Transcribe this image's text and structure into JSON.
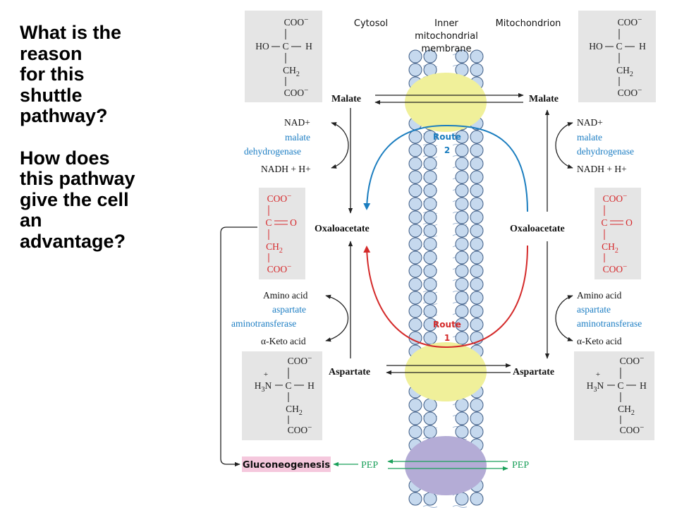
{
  "questions": [
    [
      "What is the",
      "reason",
      "for this",
      "shuttle",
      "pathway?"
    ],
    [
      "How does",
      "this pathway",
      "give the cell",
      "an",
      "advantage?"
    ]
  ],
  "headers": {
    "cytosol": "Cytosol",
    "membrane": [
      "Inner",
      "mitochondrial",
      "membrane"
    ],
    "mitochondrion": "Mitochondrion"
  },
  "compounds": {
    "malate": "Malate",
    "oxaloacetate": "Oxaloacetate",
    "aspartate": "Aspartate",
    "pep": "PEP",
    "gluconeogenesis": "Gluconeogenesis"
  },
  "reaction_malate": {
    "top": "NAD+",
    "enzyme": [
      "malate",
      "dehydrogenase"
    ],
    "bottom": "NADH + H+"
  },
  "reaction_aspartate": {
    "top": "Amino acid",
    "enzyme": [
      "aspartate",
      "aminotransferase"
    ],
    "bottom": "α-Keto acid"
  },
  "routes": {
    "route1": [
      "Route",
      "1"
    ],
    "route2": [
      "Route",
      "2"
    ]
  },
  "structure_text": {
    "coo": "COO",
    "ho": "HO",
    "c": "C",
    "h": "H",
    "ch": "CH",
    "sub2": "2",
    "o": "O",
    "h3n": "H",
    "sub3": "3",
    "n": "N",
    "plus": "+",
    "minus": "−"
  },
  "colors": {
    "route1": "#d42a2a",
    "route2": "#1a7dbf",
    "enzyme": "#1f7fc4",
    "oxaloacetate_structure": "#d6282b",
    "pep": "#1aa05a",
    "gluconeogenesis_bg": "#f5c8dd",
    "structure_bg": "#e5e5e5",
    "transporter": "#f0f09a",
    "pep_transporter": "#b4acd6",
    "membrane_head": "#c6d9ee"
  }
}
